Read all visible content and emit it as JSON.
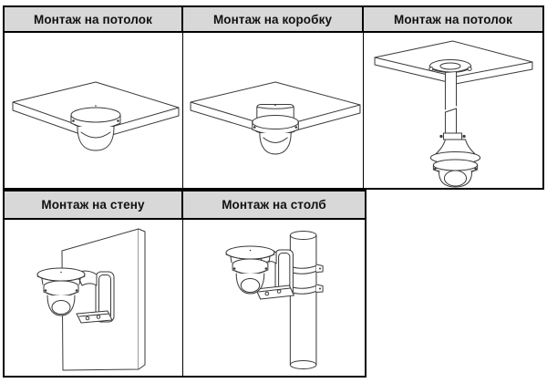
{
  "document": {
    "kind": "camera-mounting-options-table",
    "language": "ru"
  },
  "colors": {
    "page_bg": "#ffffff",
    "header_bg": "#d8d8d8",
    "border": "#000000",
    "line_art": "#3a3a3a"
  },
  "mount_table": {
    "top_row": [
      {
        "label": "Монтаж на потолок",
        "illustration": "dome-camera-ceiling-mount"
      },
      {
        "label": "Монтаж на коробку",
        "illustration": "dome-camera-junction-box-mount"
      },
      {
        "label": "Монтаж на потолок",
        "illustration": "dome-camera-pendant-pole-mount"
      }
    ],
    "bottom_row": [
      {
        "label": "Монтаж на стену",
        "illustration": "dome-camera-wall-bracket-mount"
      },
      {
        "label": "Монтаж на столб",
        "illustration": "dome-camera-pole-strap-mount"
      }
    ]
  }
}
